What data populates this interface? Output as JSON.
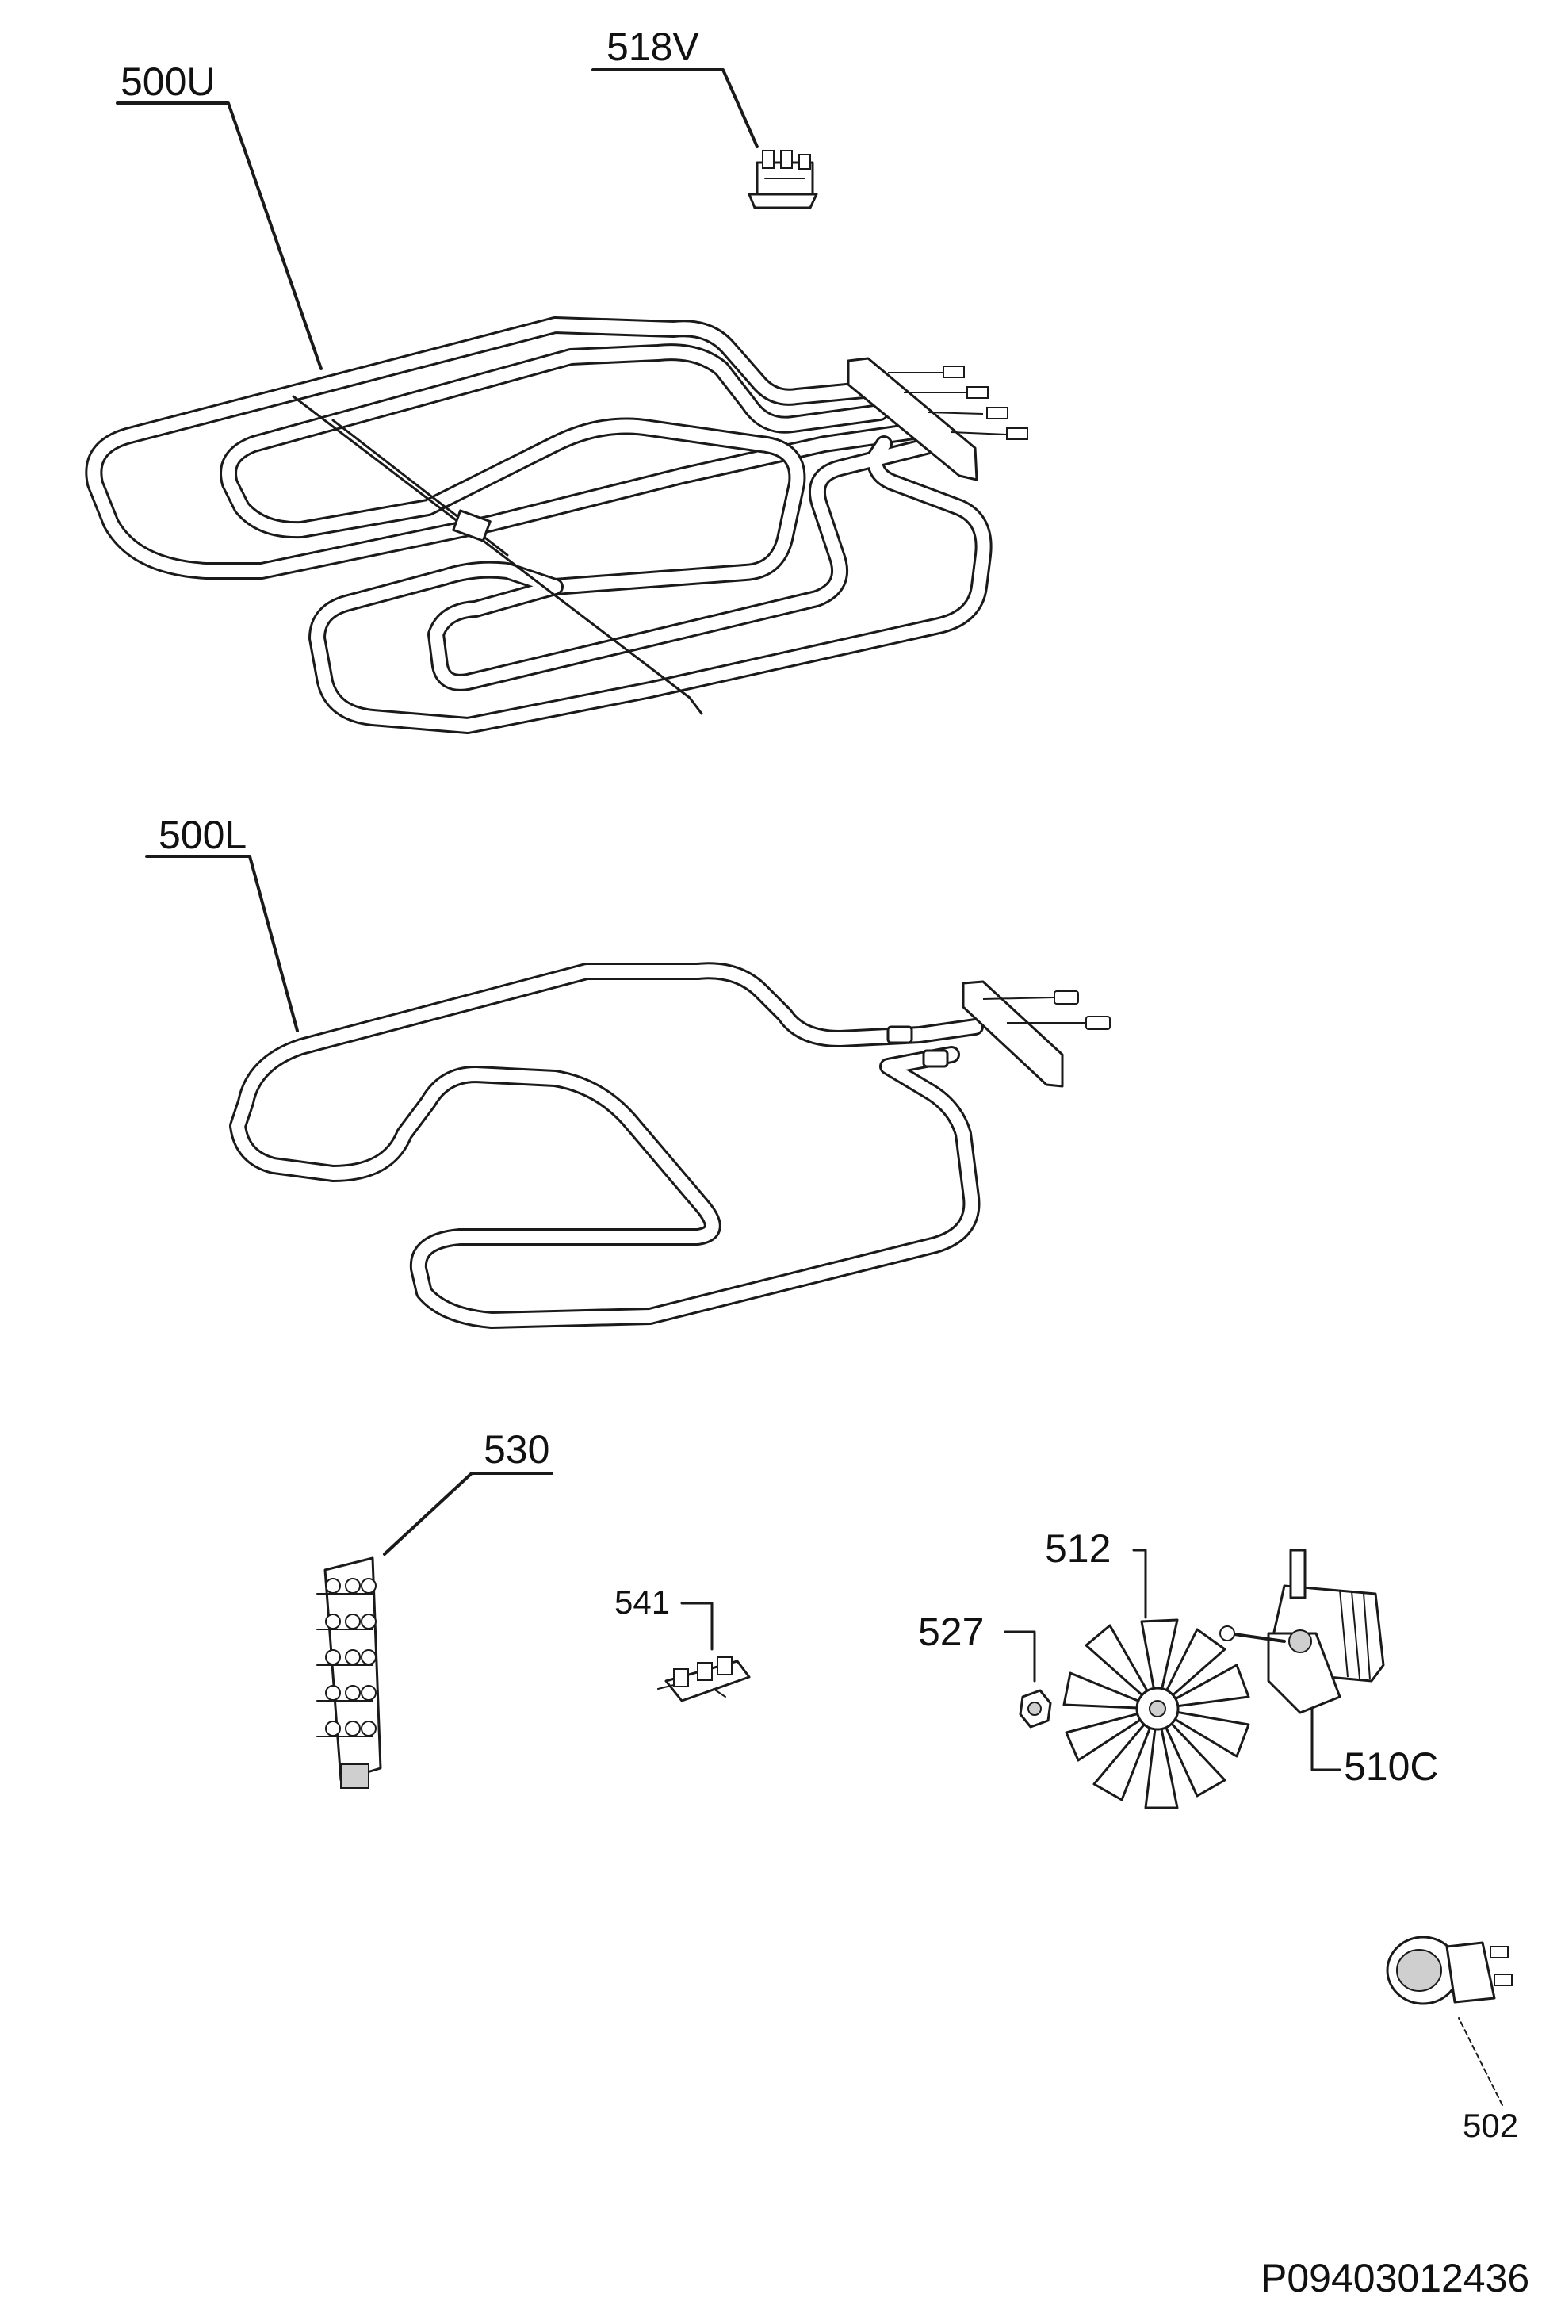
{
  "diagram": {
    "labels": {
      "p500u": "500U",
      "p518v": "518V",
      "p500l": "500L",
      "p530": "530",
      "p541": "541",
      "p527": "527",
      "p512": "512",
      "p510c": "510C",
      "p502": "502"
    },
    "reference": "P09403012436"
  }
}
